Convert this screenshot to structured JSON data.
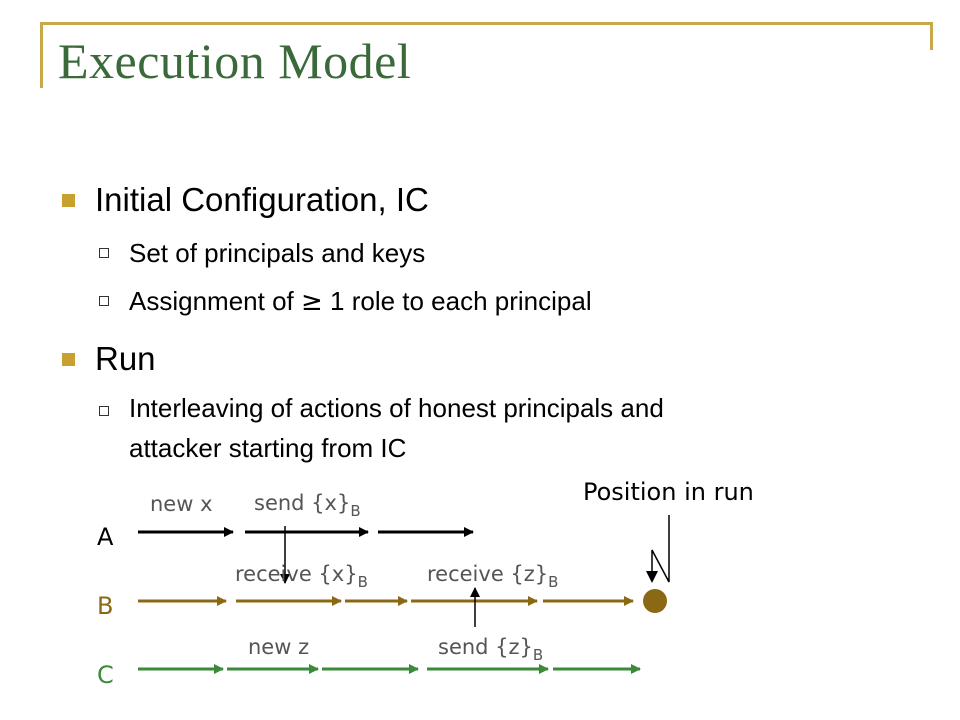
{
  "title": "Execution Model",
  "bullets": [
    {
      "text": "Initial Configuration, IC",
      "sub": [
        {
          "text": "Set of principals and keys"
        },
        {
          "pre": "Assignment of",
          "symbol": "≥",
          "post": "1 role to each principal"
        }
      ]
    },
    {
      "text": "Run",
      "sub": [
        {
          "line1": "Interleaving of actions of honest principals and",
          "line2": "attacker starting from IC"
        }
      ]
    }
  ],
  "diagram": {
    "rows": {
      "a": "A",
      "b": "B",
      "c": "C"
    },
    "actions": {
      "new_x": "new x",
      "send_x": "send {x}",
      "receive_x": "receive {x}",
      "receive_z": "receive {z}",
      "new_z": "new z",
      "send_z": "send {z}",
      "key_sub": "B"
    },
    "position_label": "Position in run",
    "colors": {
      "row_a": "#000000",
      "row_b": "#8b6914",
      "row_c": "#3a8a3a",
      "marker": "#8b6914",
      "title": "#3a6a3a",
      "accent": "#c8a84a"
    }
  }
}
